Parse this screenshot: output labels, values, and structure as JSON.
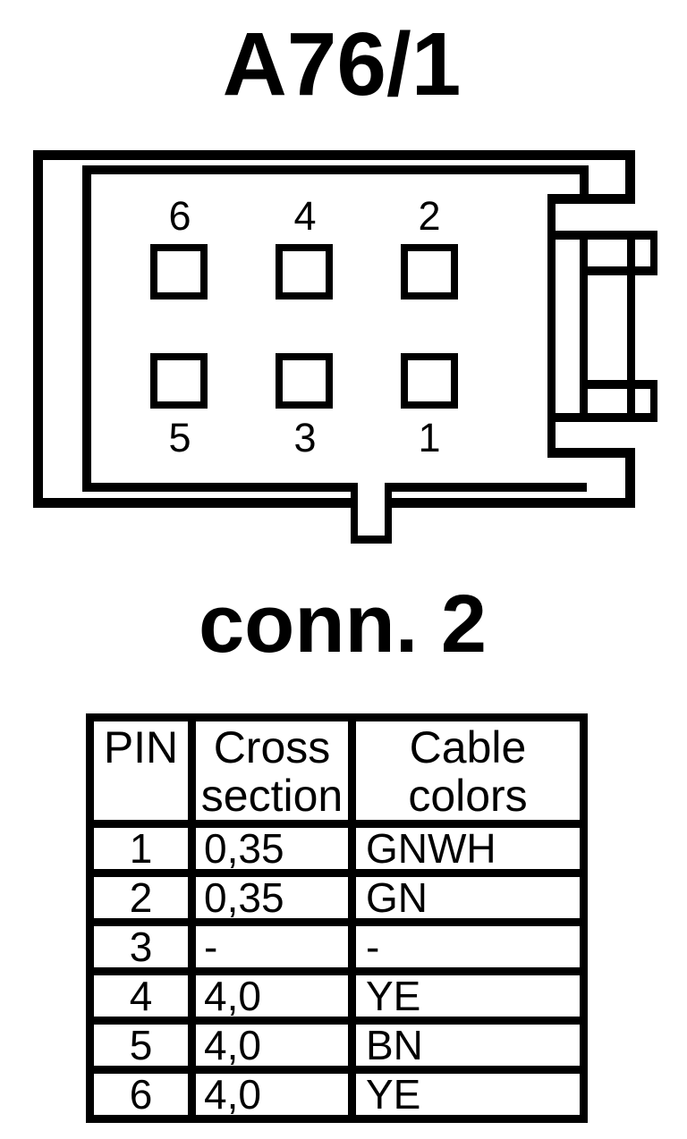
{
  "page": {
    "title": "A76/1",
    "connector_label": "conn. 2"
  },
  "connector": {
    "designation": "A76/1",
    "pin_labels_top": [
      "6",
      "4",
      "2"
    ],
    "pin_labels_bottom": [
      "5",
      "3",
      "1"
    ]
  },
  "table": {
    "headers": {
      "pin": "PIN",
      "cross_section": "Cross section",
      "cable_colors": "Cable colors"
    },
    "rows": [
      {
        "pin": "1",
        "cross_section": "0,35",
        "cable_color": "GNWH"
      },
      {
        "pin": "2",
        "cross_section": "0,35",
        "cable_color": "GN"
      },
      {
        "pin": "3",
        "cross_section": "-",
        "cable_color": "-"
      },
      {
        "pin": "4",
        "cross_section": "4,0",
        "cable_color": "YE"
      },
      {
        "pin": "5",
        "cross_section": "4,0",
        "cable_color": "BN"
      },
      {
        "pin": "6",
        "cross_section": "4,0",
        "cable_color": "YE"
      }
    ]
  },
  "colors": {
    "ink": "#000000",
    "background": "#ffffff"
  }
}
